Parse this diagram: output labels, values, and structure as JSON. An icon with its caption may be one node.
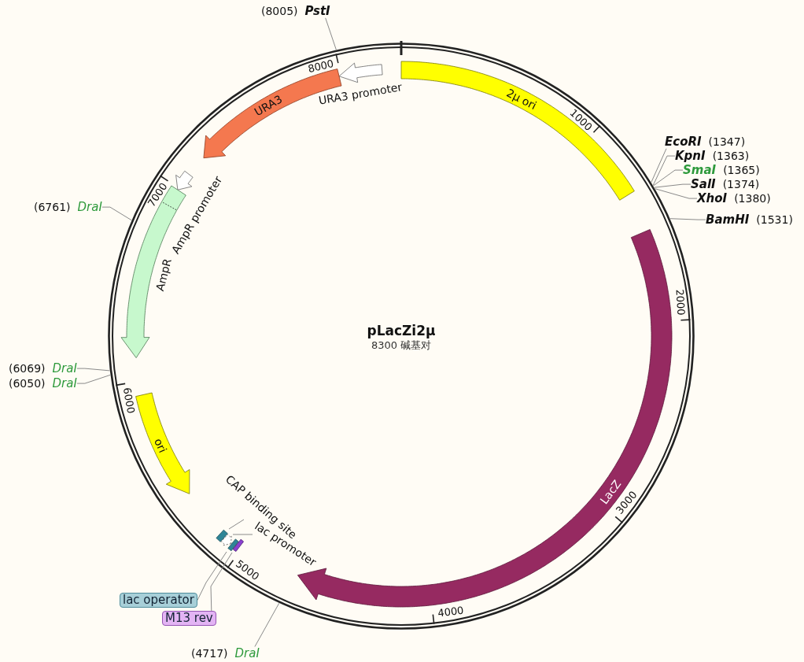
{
  "diagram": {
    "title": "pLacZi2μ",
    "caption": "8300 碱基对",
    "nodes": [
      {
        "text": [
          "(8005)",
          "PstI"
        ]
      },
      {
        "text": [
          "2μ ori"
        ]
      },
      {
        "text": [
          "URA3 promoter"
        ]
      },
      {
        "text": [
          "URA3"
        ]
      },
      {
        "text": [
          "EcoRI",
          "(1347)"
        ]
      },
      {
        "text": [
          "KpnI",
          "(1363)"
        ]
      },
      {
        "text": [
          "SmaI",
          "(1365)"
        ]
      },
      {
        "text": [
          "SalI",
          "(1374)"
        ]
      },
      {
        "text": [
          "XhoI",
          "(1380)"
        ]
      },
      {
        "text": [
          "BamHI",
          "(1531)"
        ]
      },
      {
        "text": [
          "(6761)",
          "DraI"
        ]
      },
      {
        "text": [
          "AmpR promoter"
        ]
      },
      {
        "text": [
          "AmpR"
        ]
      },
      {
        "text": [
          "LacZ"
        ]
      },
      {
        "text": [
          "(6069)",
          "DraI"
        ]
      },
      {
        "text": [
          "(6050)",
          "DraI"
        ]
      },
      {
        "text": [
          "ori"
        ]
      },
      {
        "text": [
          "CAP binding site"
        ]
      },
      {
        "text": [
          "lac promoter"
        ]
      },
      {
        "text": [],
        "shape": "bar"
      },
      {
        "text": [],
        "shape": "arrow"
      },
      {
        "text": [],
        "shape": "bar"
      },
      {
        "text": [],
        "shape": "bar"
      },
      {
        "text": [
          "lac operator"
        ]
      },
      {
        "text": [
          "M13 rev"
        ]
      },
      {
        "text": [
          "(4717)",
          "DraI"
        ]
      }
    ],
    "edges": [
      {
        "from": 0,
        "to": null,
        "arrow": "none"
      },
      {
        "from": 4,
        "to": null,
        "arrow": "none"
      },
      {
        "from": 5,
        "to": null,
        "arrow": "none"
      },
      {
        "from": 6,
        "to": null,
        "arrow": "none"
      },
      {
        "from": 7,
        "to": null,
        "arrow": "none"
      },
      {
        "from": 8,
        "to": null,
        "arrow": "none"
      },
      {
        "from": 9,
        "to": null,
        "arrow": "none"
      },
      {
        "from": 10,
        "to": null,
        "arrow": "none"
      },
      {
        "from": 14,
        "to": null,
        "arrow": "none"
      },
      {
        "from": 15,
        "to": null,
        "arrow": "none"
      },
      {
        "from": 25,
        "to": null,
        "arrow": "none"
      },
      {
        "from": 17,
        "to": 19,
        "arrow": "none"
      },
      {
        "from": 18,
        "to": 20,
        "arrow": "none"
      },
      {
        "from": 23,
        "to": 21,
        "arrow": "none"
      },
      {
        "from": 24,
        "to": 22,
        "arrow": "none"
      }
    ],
    "labels": [
      "1000",
      "2000",
      "3000",
      "4000",
      "5000",
      "6000",
      "7000",
      "8000"
    ]
  }
}
